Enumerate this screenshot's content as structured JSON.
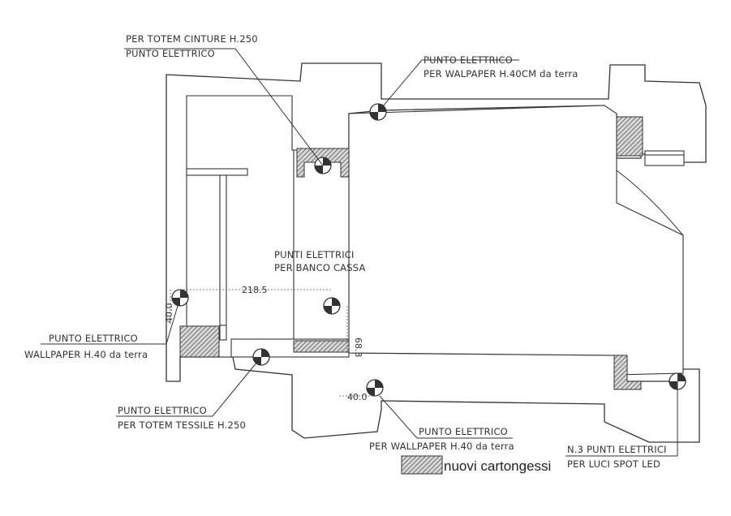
{
  "labels": {
    "totem_cinture_l1": "PER TOTEM CINTURE H.250",
    "totem_cinture_l2": "PUNTO ELETTRICO",
    "walpaper_top_l1": "PUNTO ELETTRICO",
    "walpaper_top_l2": "PER WALPAPER H.40CM da terra",
    "banco_cassa_l1": "PUNTI ELETTRICI",
    "banco_cassa_l2": "PER BANCO CASSA",
    "wallpaper_left_l1": "PUNTO ELETTRICO",
    "wallpaper_left_l2": "WALLPAPER H.40 da terra",
    "totem_tessile_l1": "PUNTO ELETTRICO",
    "totem_tessile_l2": "PER TOTEM TESSILE H.250",
    "wallpaper_bottom_l1": "PUNTO ELETTRICO",
    "wallpaper_bottom_l2": "PER WALLPAPER H.40 da terra",
    "spot_led_l1": "N.3 PUNTI ELETTRICI",
    "spot_led_l2": "PER LUCI SPOT LED"
  },
  "dimensions": {
    "horizontal": "218.5",
    "left_vertical": "40.0",
    "center_vertical": "68.3",
    "bottom": "40.0"
  },
  "legend": {
    "label": "nuovi cartongessi"
  },
  "colors": {
    "line": "#333333",
    "hatch": "#555555"
  }
}
